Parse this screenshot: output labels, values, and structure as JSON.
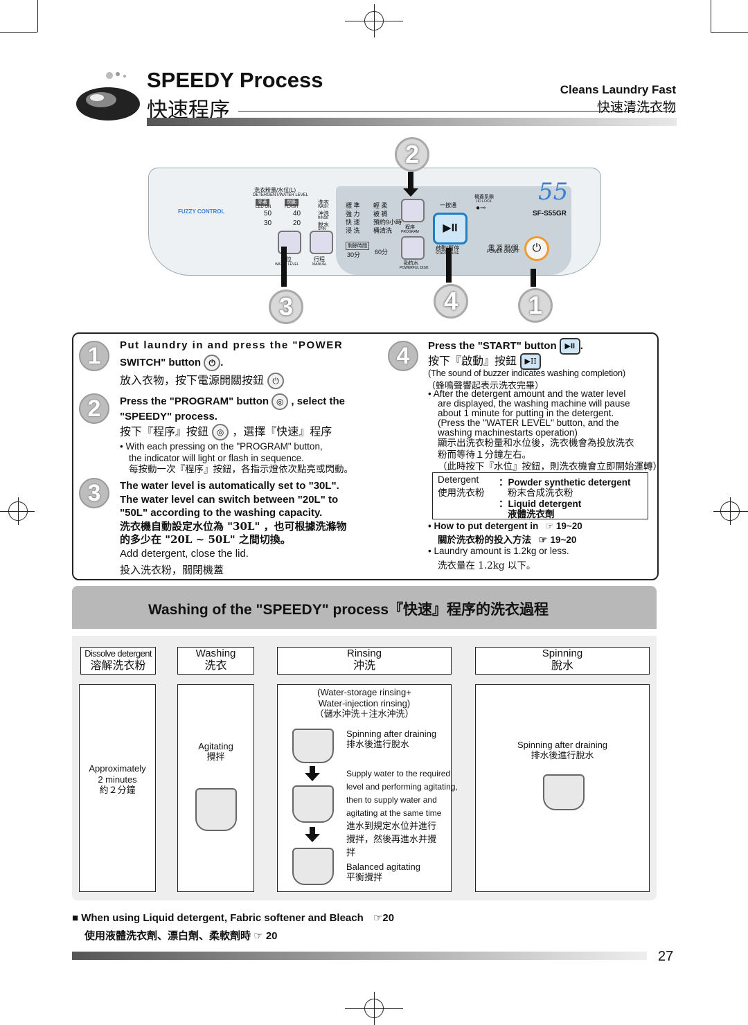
{
  "header": {
    "title_en": "SPEEDY Process",
    "title_cn": "快速程序",
    "subtitle_en": "Cleans Laundry Fast",
    "subtitle_cn": "快速清洗衣物"
  },
  "panel": {
    "detergent_water_level_cn": "洗衣粉量/水位(L)",
    "detergent_water_level_en": "DETERGENT/WATER LEVEL",
    "led_on": "亮著",
    "led_on_en": "LED ON",
    "flash": "閃動",
    "flash_en": "FLASH",
    "levels": [
      "50",
      "40",
      "30",
      "20"
    ],
    "fuzzy": "FUZZY CONTROL",
    "wash_cn": "洗衣",
    "wash_en": "WASH",
    "rinse_cn": "沖洗",
    "rinse_en": "RINSE",
    "spin_cn": "脫水",
    "spin_en": "SPIN",
    "programs_left": [
      "標 準",
      "強 力",
      "快 速",
      "浸 洗"
    ],
    "programs_right": [
      "輕 柔",
      "被 褥",
      "預約9小時",
      "桶清洗"
    ],
    "timer_cn": "剩餘時間",
    "timer_vals": [
      "30分",
      "60分"
    ],
    "water_level_cn": "水位",
    "water_level_en": "WATER LEVEL",
    "manual_cn": "行程",
    "manual_en": "MANUAL",
    "program_cn": "程序",
    "program_en": "PROGRAM",
    "powerful_cn": "勁抗水",
    "powerful_en": "POWERFUL DISH",
    "one_touch_cn": "一按通",
    "start_cn": "啟動/暫停",
    "start_en": "START/PAUSE",
    "lid_lock_cn": "機蓋系鎖",
    "lid_lock_en": "LID LOCK",
    "power_cn": "電 源 開/關",
    "power_en": "POWER ON/OFF",
    "model_big": "55",
    "model": "SF-S55GR",
    "callouts": [
      "2",
      "3",
      "4",
      "1"
    ]
  },
  "steps": {
    "s1": {
      "num": "1",
      "en_a": "Put laundry in and press the \"POWER",
      "en_b": "SWITCH\" button",
      "cn": "放入衣物，按下電源開關按鈕"
    },
    "s2": {
      "num": "2",
      "en_a": "Press the \"PROGRAM\" button",
      "en_a2": ", select the",
      "en_b": "\"SPEEDY\" process.",
      "cn_a": "按下『程序』按鈕",
      "cn_b": "，選擇『快速』程序",
      "bullet_en_a": "With each pressing on the \"PROGRAM\" button,",
      "bullet_en_b": "the indicator will light or flash in sequence.",
      "bullet_cn": "每按動一次『程序』按鈕，各指示燈依次點亮或閃動。"
    },
    "s3": {
      "num": "3",
      "en_a": "The water level is automatically set to \"30L\".",
      "en_b": "The water level can switch between \"20L\" to",
      "en_c": "\"50L\" according to the washing capacity.",
      "cn_a": "洗衣機自動設定水位為 \"30L\" ，也可根據洗滌物",
      "cn_b": "的多少在 \"20L ~ 50L\" 之間切換。",
      "en_d": "Add detergent, close the lid.",
      "cn_c": "投入洗衣粉，關閉機蓋"
    },
    "s4": {
      "num": "4",
      "en_a": "Press the \"START\" button",
      "cn_a": "按下『啟動』按鈕",
      "note_en": "(The sound of buzzer indicates washing completion)",
      "note_cn": "（蜂鳴聲響起表示洗衣完畢）",
      "b1_a": "After the detergent amount and the water level",
      "b1_b": "are displayed, the washing machine will pause",
      "b1_c": "about 1 minute for putting in the detergent.",
      "b1_d": "(Press the \"WATER LEVEL\" button, and the",
      "b1_e": "washing machinestarts operation)",
      "b1_cn_a": "顯示出洗衣粉量和水位後，洗衣機會為投放洗衣",
      "b1_cn_b": "粉而等待１分鐘左右。",
      "b1_cn_c": "（此時按下『水位』按鈕，則洗衣機會立即開始運轉）",
      "det_label_en": "Detergent",
      "det_label_cn": "使用洗衣粉",
      "det1_en": "Powder synthetic detergent",
      "det1_cn": "粉末合成洗衣粉",
      "det2_en": "Liquid detergent",
      "det2_cn": "液體洗衣劑",
      "how_en": "How to put detergent in",
      "how_cn": "關於洗衣粉的投入方法",
      "how_ref": "19~20",
      "amount_en": "Laundry amount is 1.2kg or less.",
      "amount_cn": "洗衣量在 1.2kg 以下。"
    }
  },
  "process": {
    "title": "Washing of the \"SPEEDY\" process『快速』程序的洗衣過程",
    "stages": [
      {
        "en": "Dissolve detergent",
        "cn": "溶解洗衣粉"
      },
      {
        "en": "Washing",
        "cn": "洗衣"
      },
      {
        "en": "Rinsing",
        "cn": "沖洗"
      },
      {
        "en": "Spinning",
        "cn": "脫水"
      }
    ],
    "dissolve": {
      "a": "Approximately",
      "b": "2 minutes",
      "c": "約２分鐘"
    },
    "washing": {
      "en": "Agitating",
      "cn": "攪拌"
    },
    "rinsing": {
      "hd_a": "(Water-storage rinsing+",
      "hd_b": "Water-injection rinsing)",
      "hd_cn": "（儲水沖洗＋注水沖洗）",
      "spin_en": "Spinning after draining",
      "spin_cn": "排水後進行脫水",
      "sup_a": "Supply water to the required",
      "sup_b": "level and performing agitating,",
      "sup_c": "then to supply water and",
      "sup_d": "agitating at the same time",
      "sup_cn_a": "進水到規定水位并進行",
      "sup_cn_b": "攪拌，然後再進水并攪",
      "sup_cn_c": "拌",
      "bal_en": "Balanced agitating",
      "bal_cn": "平衡攪拌"
    },
    "spinning": {
      "en": "Spinning after draining",
      "cn": "排水後進行脫水"
    }
  },
  "footer": {
    "note_en": "When using Liquid detergent, Fabric softener and Bleach",
    "note_cn": "使用液體洗衣劑、漂白劑、柔軟劑時",
    "ref": "20",
    "page": "27"
  },
  "colors": {
    "accent_blue": "#1e7fc6",
    "panel_bg": "#eef1f4",
    "band_gray": "#b8b8b8",
    "process_bg": "#eeeeee"
  }
}
